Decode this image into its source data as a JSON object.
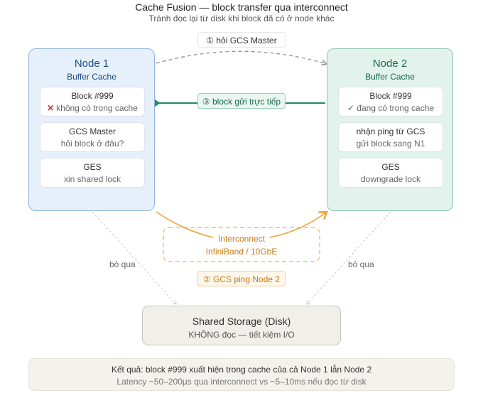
{
  "header": {
    "title": "Cache Fusion — block transfer qua interconnect",
    "subtitle": "Tránh đọc lại từ disk khi block đã có ở node khác"
  },
  "node1": {
    "title": "Node 1",
    "subtitle": "Buffer Cache",
    "color": "#1f4e85",
    "cards": [
      {
        "line1": "Block #999",
        "icon": "cross-mark-icon",
        "line2": "không có trong cache"
      },
      {
        "line1": "GCS Master",
        "line2": "hỏi block ở đâu?"
      },
      {
        "line1": "GES",
        "line2": "xin shared lock"
      }
    ]
  },
  "node2": {
    "title": "Node 2",
    "subtitle": "Buffer Cache",
    "color": "#1b6a4c",
    "cards": [
      {
        "line1": "Block #999",
        "line2": "✓ đang có trong cache"
      },
      {
        "line1": "nhận ping từ GCS",
        "line2": "gửi block sang N1"
      },
      {
        "line1": "GES",
        "line2": "downgrade lock"
      }
    ]
  },
  "steps": {
    "step1": "① hỏi GCS Master",
    "step2": "② GCS ping Node 2",
    "step3": "③ block gửi trực tiếp"
  },
  "interconnect": {
    "line1": "Interconnect",
    "line2": "InfiniBand / 10GbE",
    "color": "#f0a33a"
  },
  "skip_labels": {
    "left": "bỏ qua",
    "right": "bỏ qua"
  },
  "storage": {
    "title": "Shared Storage (Disk)",
    "subtitle": "KHÔNG đọc — tiết kiệm I/O"
  },
  "result": {
    "line1": "Kết quả: block #999 xuất hiện trong cache của cả Node 1 lẫn Node 2",
    "line2": "Latency ~50–200µs qua interconnect vs ~5–10ms nếu đọc từ disk"
  }
}
